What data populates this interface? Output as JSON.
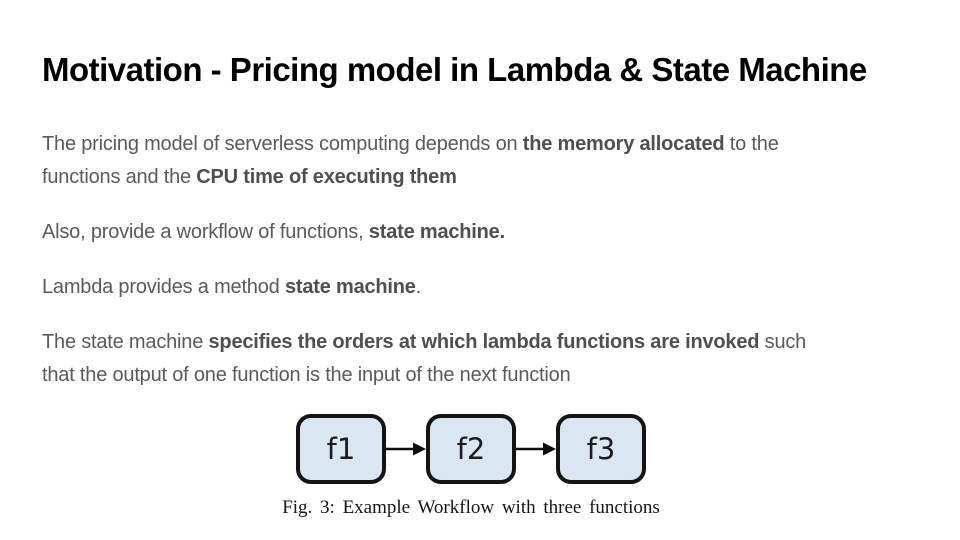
{
  "slide": {
    "title": "Motivation - Pricing model in Lambda & State Machine",
    "body": {
      "paragraphs": [
        {
          "lines": [
            [
              {
                "t": "The pricing model of serverless computing depends on "
              },
              {
                "t": "the memory allocated",
                "b": true
              },
              {
                "t": " to the"
              }
            ],
            [
              {
                "t": "functions and the "
              },
              {
                "t": "CPU time of executing them",
                "b": true
              }
            ]
          ]
        },
        {
          "lines": [
            [
              {
                "t": "Also, provide a workflow of functions, "
              },
              {
                "t": "state machine.",
                "b": true
              }
            ]
          ]
        },
        {
          "lines": [
            [
              {
                "t": "Lambda provides a method "
              },
              {
                "t": "state machine",
                "b": true
              },
              {
                "t": "."
              }
            ]
          ]
        },
        {
          "lines": [
            [
              {
                "t": "The state machine "
              },
              {
                "t": "specifies the orders at which lambda functions are invoked",
                "b": true
              },
              {
                "t": " such"
              }
            ],
            [
              {
                "t": "that the output of one function is the input of the next function"
              }
            ]
          ]
        }
      ]
    },
    "figure": {
      "nodes": [
        "f1",
        "f2",
        "f3"
      ],
      "caption": "Fig. 3: Example Workflow with three functions",
      "colors": {
        "box_fill": "#dbe6f3",
        "box_border": "#141414",
        "arrow": "#0d0d0d"
      }
    }
  }
}
